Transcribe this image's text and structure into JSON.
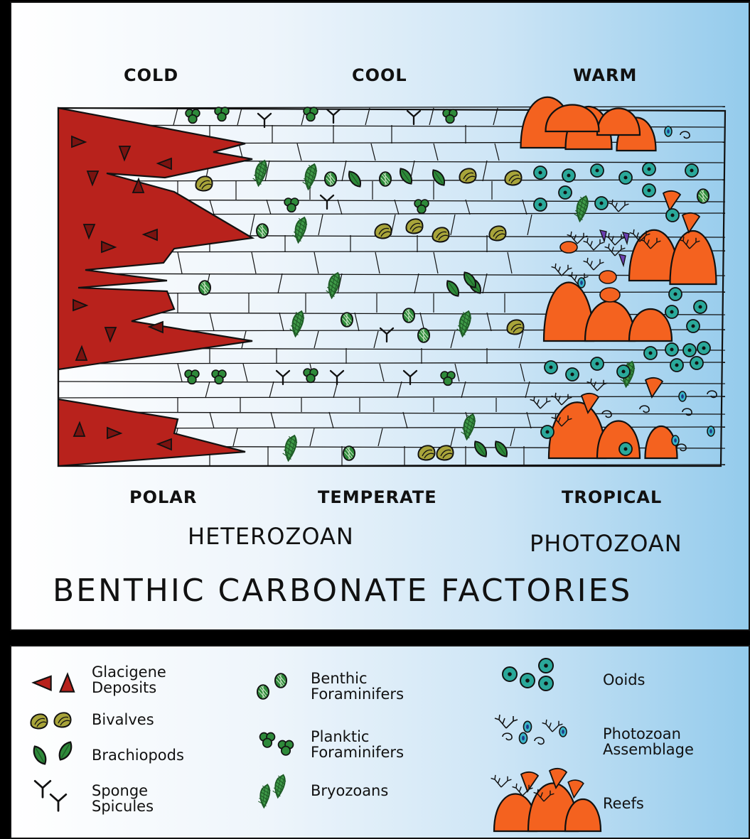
{
  "diagram": {
    "temperature_labels": [
      "COLD",
      "COOL",
      "WARM"
    ],
    "climate_labels": [
      "POLAR",
      "TEMPERATE",
      "TROPICAL"
    ],
    "factory_labels": [
      "HETEROZOAN",
      "PHOTOZOAN"
    ],
    "title": "BENTHIC CARBONATE FACTORIES"
  },
  "legend": {
    "items": [
      {
        "label": "Glacigene\nDeposits",
        "icon": "glacigene-icon"
      },
      {
        "label": "Bivalves",
        "icon": "bivalve-icon"
      },
      {
        "label": "Brachiopods",
        "icon": "brachiopod-icon"
      },
      {
        "label": "Sponge\nSpicules",
        "icon": "spicule-icon"
      },
      {
        "label": "Benthic\nForaminifers",
        "icon": "benthic-foram-icon"
      },
      {
        "label": "Planktic\nForaminifers",
        "icon": "planktic-foram-icon"
      },
      {
        "label": "Bryozoans",
        "icon": "bryozoan-icon"
      },
      {
        "label": "Ooids",
        "icon": "ooid-icon"
      },
      {
        "label": "Photozoan\nAssemblage",
        "icon": "photozoan-icon"
      },
      {
        "label": "Reefs",
        "icon": "reef-icon"
      }
    ]
  },
  "colors": {
    "glacigene": "#b8221c",
    "reef": "#f4621f",
    "bivalve": "#a8a43a",
    "green": "#2e8a3a",
    "ooid": "#2aa89a",
    "ink": "#111111"
  }
}
